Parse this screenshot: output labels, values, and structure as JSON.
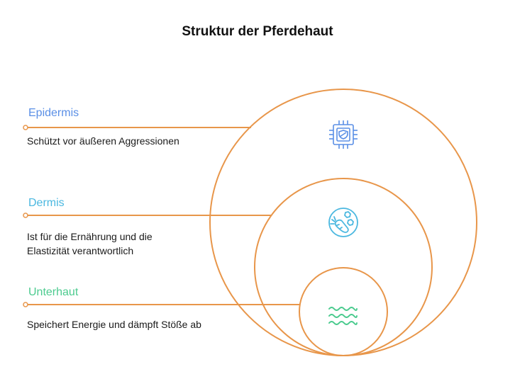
{
  "title": "Struktur der Pferdehaut",
  "colors": {
    "line": "#E8964A",
    "epidermis": "#5A8FE6",
    "dermis": "#4BB8E0",
    "unterhaut": "#4CCB8F",
    "text": "#1a1a1a"
  },
  "layers": [
    {
      "name": "Epidermis",
      "description": "Schützt vor äußeren Aggressionen",
      "icon": "chip-shield-icon"
    },
    {
      "name": "Dermis",
      "description_line1": "Ist für die Ernährung und die",
      "description_line2": "Elastizität verantwortlich",
      "icon": "nutrition-carrot-icon"
    },
    {
      "name": "Unterhaut",
      "description": "Speichert Energie und dämpft Stöße ab",
      "icon": "waves-icon"
    }
  ]
}
